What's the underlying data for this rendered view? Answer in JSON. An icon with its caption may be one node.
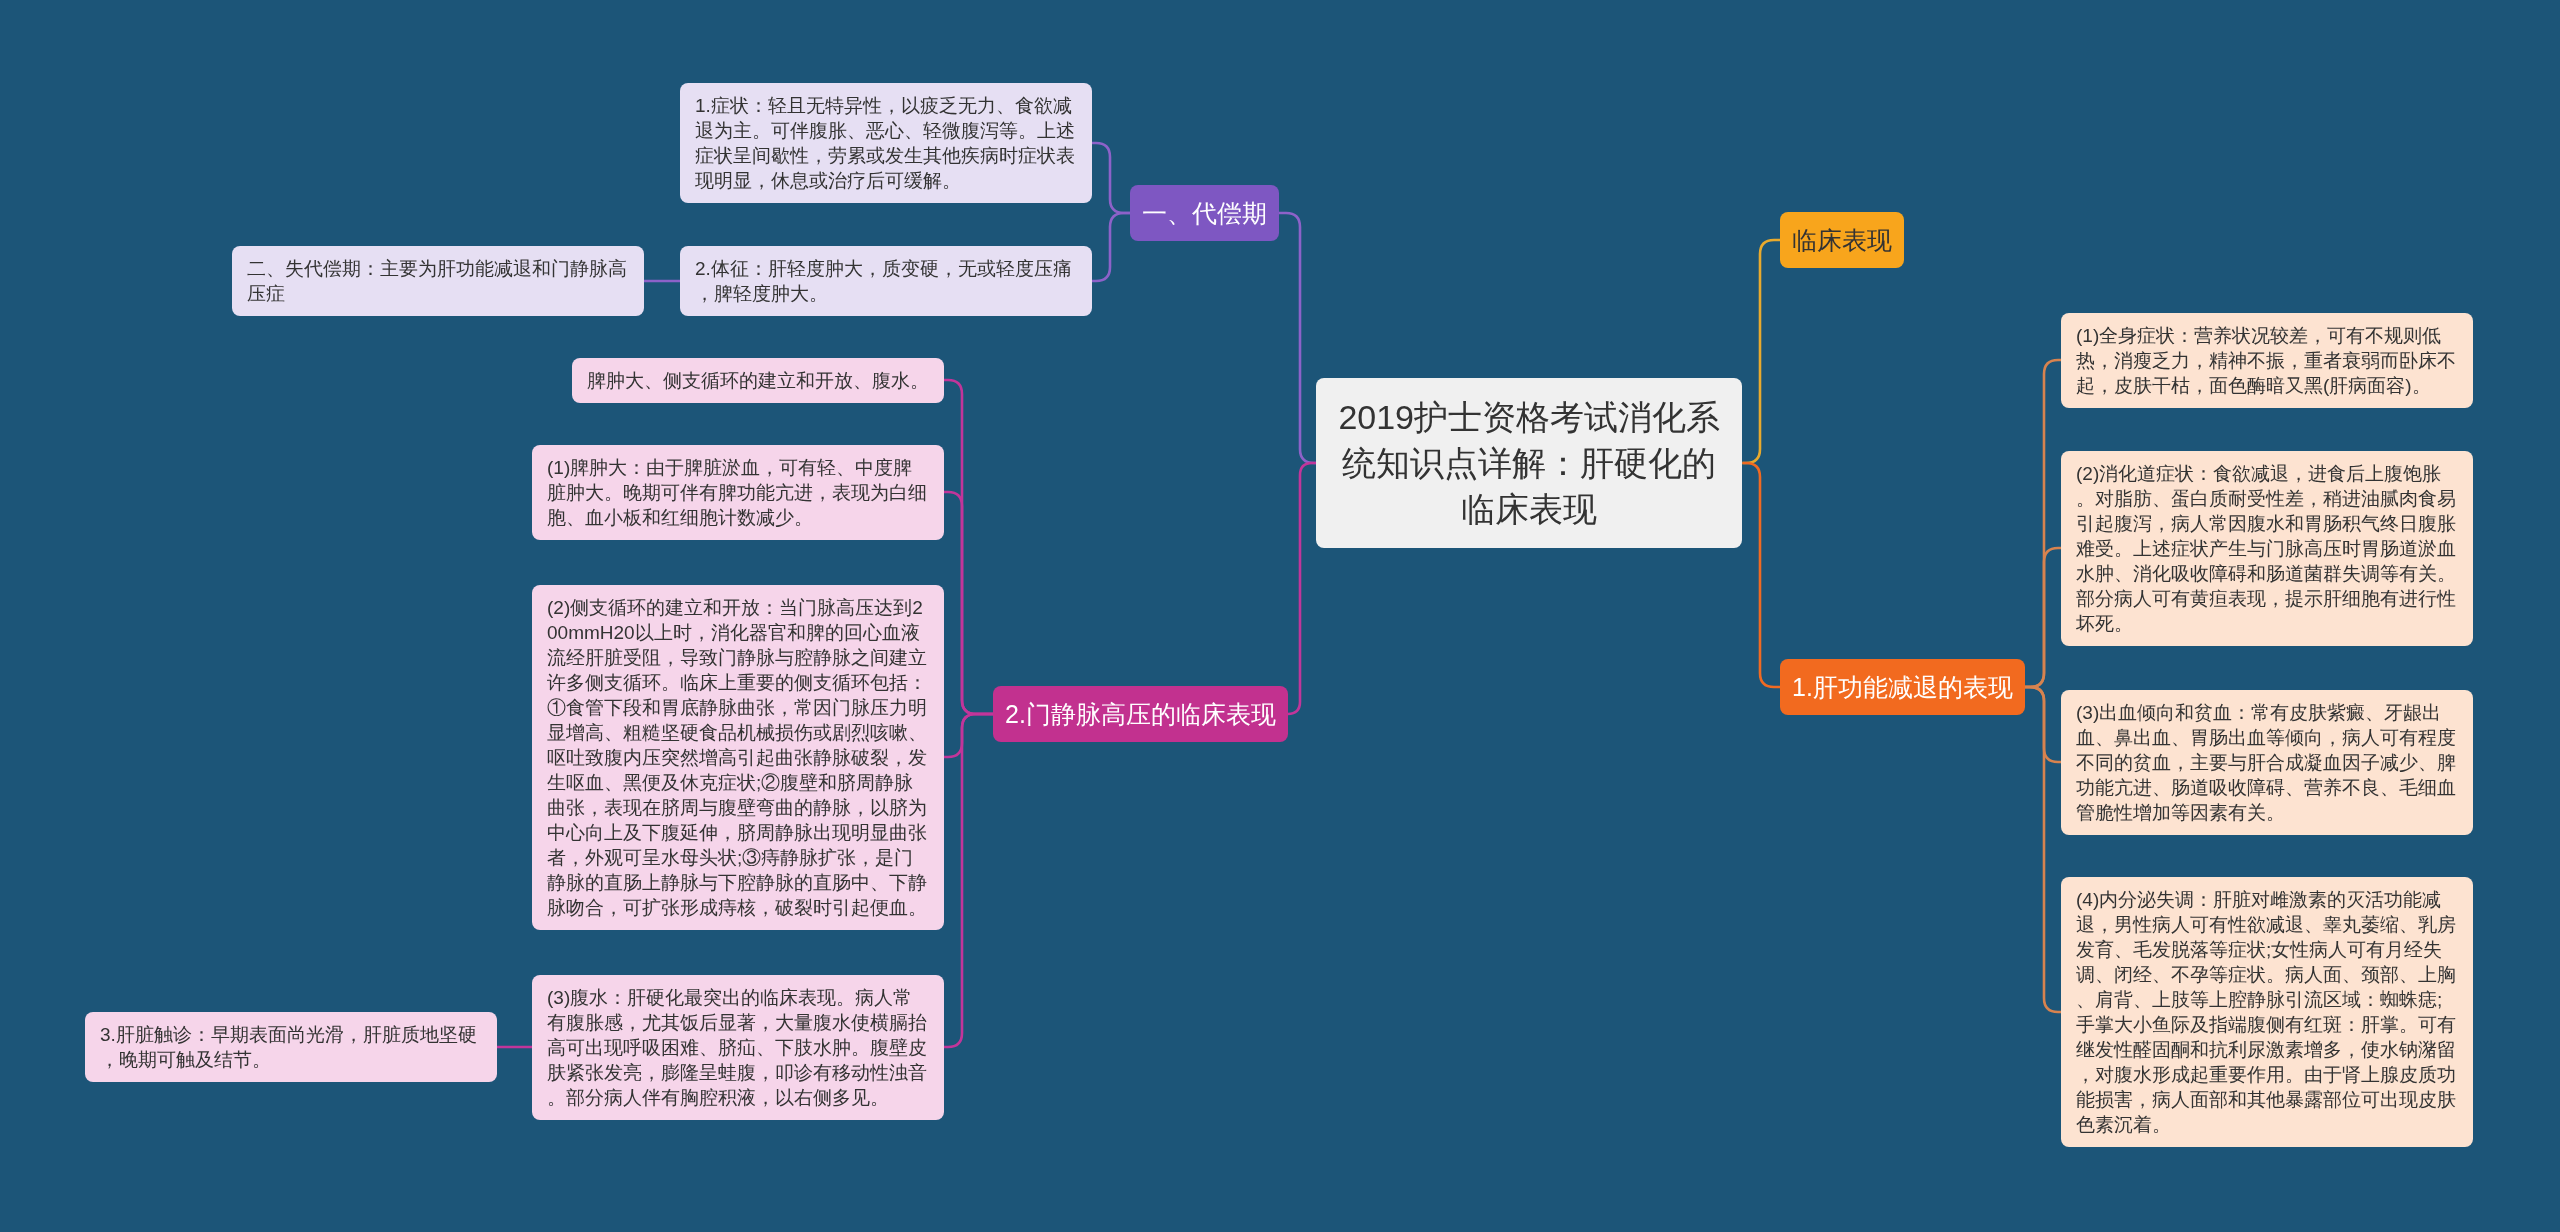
{
  "diagram": {
    "nodes": [
      {
        "text": [
          "2019护士资格考试消化系统知识点详解：肝硬化的临床表现"
        ]
      },
      {
        "text": [
          "临床表现"
        ]
      },
      {
        "text": [
          "1.肝功能减退的表现"
        ]
      },
      {
        "text": [
          "(1)全身症状：营养状况较差，可有不规则低热，消瘦乏力，精神不振，重者衰弱而卧床不起，皮肤干枯，面色酶暗又黑(肝病面容)。"
        ]
      },
      {
        "text": [
          "(2)消化道症状：食欲减退，进食后上腹饱胀。对脂肪、蛋白质耐受性差，稍进油腻肉食易引起腹泻，病人常因腹水和胃肠积气终日腹胀难受。上述症状产生与门脉高压时胃肠道淤血水肿、消化吸收障碍和肠道菌群失调等有关。部分病人可有黄疸表现，提示肝细胞有进行性坏死。"
        ]
      },
      {
        "text": [
          "(3)出血倾向和贫血：常有皮肤紫癜、牙龈出血、鼻出血、胃肠出血等倾向，病人可有程度不同的贫血，主要与肝合成凝血因子减少、脾功能亢进、肠道吸收障碍、营养不良、毛细血管脆性增加等因素有关。"
        ]
      },
      {
        "text": [
          "(4)内分泌失调：肝脏对雌激素的灭活功能减退，男性病人可有性欲减退、睾丸萎缩、乳房发育、毛发脱落等症状;女性病人可有月经失调、闭经、不孕等症状。病人面、颈部、上胸、肩背、上肢等上腔静脉引流区域：蜘蛛痣;手掌大小鱼际及指端腹侧有红斑：肝掌。可有继发性醛固酮和抗利尿激素增多，使水钠潴留，对腹水形成起重要作用。由于肾上腺皮质功能损害，病人面部和其他暴露部位可出现皮肤色素沉着。"
        ]
      },
      {
        "text": [
          "一、代偿期"
        ]
      },
      {
        "text": [
          "1.症状：轻且无特异性，以疲乏无力、食欲减退为主。可伴腹胀、恶心、轻微腹泻等。上述症状呈间歇性，劳累或发生其他疾病时症状表现明显，休息或治疗后可缓解。"
        ]
      },
      {
        "text": [
          "2.体征：肝轻度肿大，质变硬，无或轻度压痛，脾轻度肿大。"
        ]
      },
      {
        "text": [
          "二、失代偿期：主要为肝功能减退和门静脉高压症"
        ]
      },
      {
        "text": [
          "2.门静脉高压的临床表现"
        ]
      },
      {
        "text": [
          "脾肿大、侧支循环的建立和开放、腹水。"
        ]
      },
      {
        "text": [
          "(1)脾肿大：由于脾脏淤血，可有轻、中度脾脏肿大。晚期可伴有脾功能亢进，表现为白细胞、血小板和红细胞计数减少。"
        ]
      },
      {
        "text": [
          "(2)侧支循环的建立和开放：当门脉高压达到200mmH20以上时，消化器官和脾的回心血液流经肝脏受阻，导致门静脉与腔静脉之间建立许多侧支循环。临床上重要的侧支循环包括：①食管下段和胃底静脉曲张，常因门脉压力明显增高、粗糙坚硬食品机械损伤或剧烈咳嗽、呕吐致腹内压突然增高引起曲张静脉破裂，发生呕血、黑便及休克症状;②腹壁和脐周静脉曲张，表现在脐周与腹壁弯曲的静脉，以脐为中心向上及下腹延伸，脐周静脉出现明显曲张者，外观可呈水母头状;③痔静脉扩张，是门静脉的直肠上静脉与下腔静脉的直肠中、下静脉吻合，可扩张形成痔核，破裂时引起便血。"
        ]
      },
      {
        "text": [
          "(3)腹水：肝硬化最突出的临床表现。病人常有腹胀感，尤其饭后显著，大量腹水使横膈抬高可出现呼吸困难、脐疝、下肢水肿。腹壁皮肤紧张发亮，膨隆呈蛙腹，叩诊有移动性浊音。部分病人伴有胸腔积液，以右侧多见。"
        ]
      },
      {
        "text": [
          "3.肝脏触诊：早期表面尚光滑，肝脏质地坚硬，晚期可触及结节。"
        ]
      }
    ],
    "edges": [
      {
        "from": 0,
        "to": 1,
        "arrow": "none",
        "color": "#e9aa2d"
      },
      {
        "from": 0,
        "to": 2,
        "arrow": "none",
        "color": "#f06a22"
      },
      {
        "from": 2,
        "to": 3,
        "arrow": "none",
        "color": "#d7834f"
      },
      {
        "from": 2,
        "to": 4,
        "arrow": "none",
        "color": "#d7834f"
      },
      {
        "from": 2,
        "to": 5,
        "arrow": "none",
        "color": "#d7834f"
      },
      {
        "from": 2,
        "to": 6,
        "arrow": "none",
        "color": "#d7834f"
      },
      {
        "from": 0,
        "to": 7,
        "arrow": "none",
        "color": "#8d62c9"
      },
      {
        "from": 7,
        "to": 8,
        "arrow": "none",
        "color": "#8d62c9"
      },
      {
        "from": 7,
        "to": 9,
        "arrow": "none",
        "color": "#8d62c9"
      },
      {
        "from": 9,
        "to": 10,
        "arrow": "none",
        "color": "#8d62c9"
      },
      {
        "from": 0,
        "to": 11,
        "arrow": "none"
      },
      {
        "from": 11,
        "to": 12,
        "arrow": "none"
      },
      {
        "from": 11,
        "to": 13,
        "arrow": "none"
      },
      {
        "from": 11,
        "to": 14,
        "arrow": "none"
      },
      {
        "from": 11,
        "to": 15,
        "arrow": "none"
      },
      {
        "from": 15,
        "to": 16,
        "arrow": "none"
      }
    ]
  }
}
